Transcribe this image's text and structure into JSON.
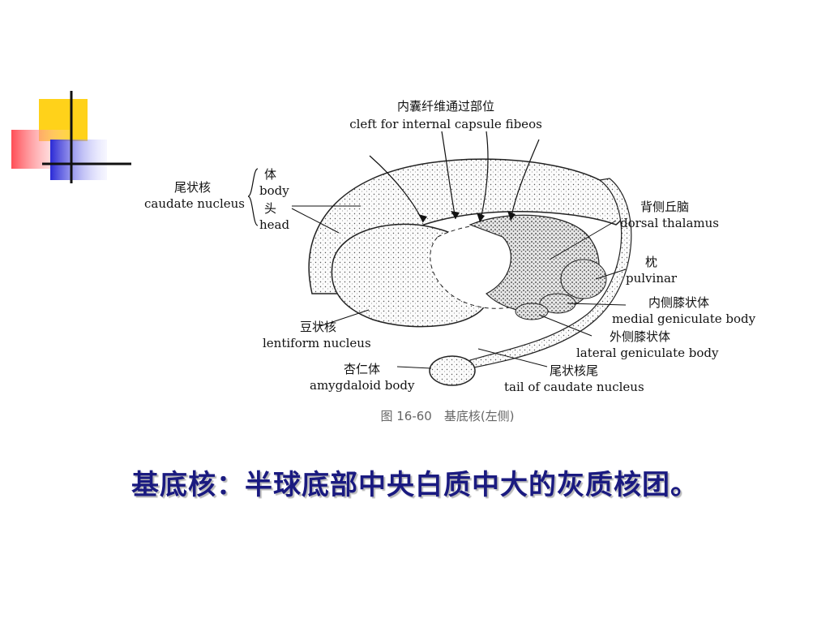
{
  "slide": {
    "headline": "基底核：半球底部中央白质中大的灰质核团。",
    "colors": {
      "headline": "#1a1a80",
      "deco_yellow": "#ffd21a",
      "deco_red": "#ff4d55",
      "deco_blue": "#2a2ad6"
    }
  },
  "figure": {
    "caption": "图 16-60　基底核(左侧)",
    "labels": {
      "cleft_cn": "内囊纤维通过部位",
      "cleft_en": "cleft for internal capsule fibeos",
      "caudate_cn": "尾状核",
      "caudate_en": "caudate nucleus",
      "body_cn": "体",
      "body_en": "body",
      "head_cn": "头",
      "head_en": "head",
      "thalamus_cn": "背侧丘脑",
      "thalamus_en": "dorsal thalamus",
      "pulvinar_cn": "枕",
      "pulvinar_en": "pulvinar",
      "medial_cn": "内侧膝状体",
      "medial_en": "medial geniculate body",
      "lateral_cn": "外侧膝状体",
      "lateral_en": "lateral geniculate body",
      "tail_cn": "尾状核尾",
      "tail_en": "tail of caudate nucleus",
      "lentiform_cn": "豆状核",
      "lentiform_en": "lentiform nucleus",
      "amygdala_cn": "杏仁体",
      "amygdala_en": "amygdaloid body"
    }
  }
}
